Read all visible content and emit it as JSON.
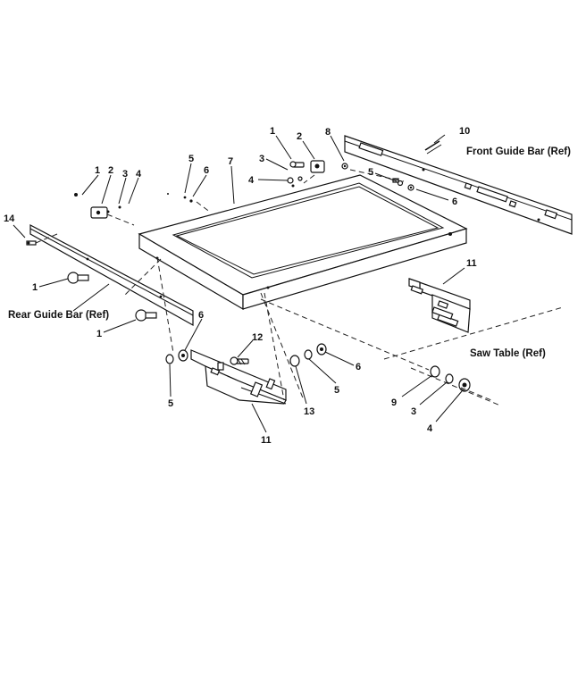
{
  "labels": {
    "front_guide_bar": "Front Guide Bar (Ref)",
    "rear_guide_bar": "Rear Guide Bar (Ref)",
    "saw_table": "Saw Table (Ref)"
  },
  "callouts": {
    "c1_top": "1",
    "c2_top": "2",
    "c8_top": "8",
    "c10": "10",
    "c3_top": "3",
    "c4_top": "4",
    "c5_right": "5",
    "c6_right": "6",
    "c1_left": "1",
    "c2_left": "2",
    "c3_left": "3",
    "c4_left": "4",
    "c5_mid": "5",
    "c6_mid": "6",
    "c7": "7",
    "c14": "14",
    "c1_rear_a": "1",
    "c1_rear_b": "1",
    "c11_right": "11",
    "c6_lower": "6",
    "c12": "12",
    "c5_lower_left": "5",
    "c13": "13",
    "c5_lower_mid": "5",
    "c6_lower_mid": "6",
    "c11_lower": "11",
    "c9": "9",
    "c3_lower": "3",
    "c4_lower": "4"
  }
}
